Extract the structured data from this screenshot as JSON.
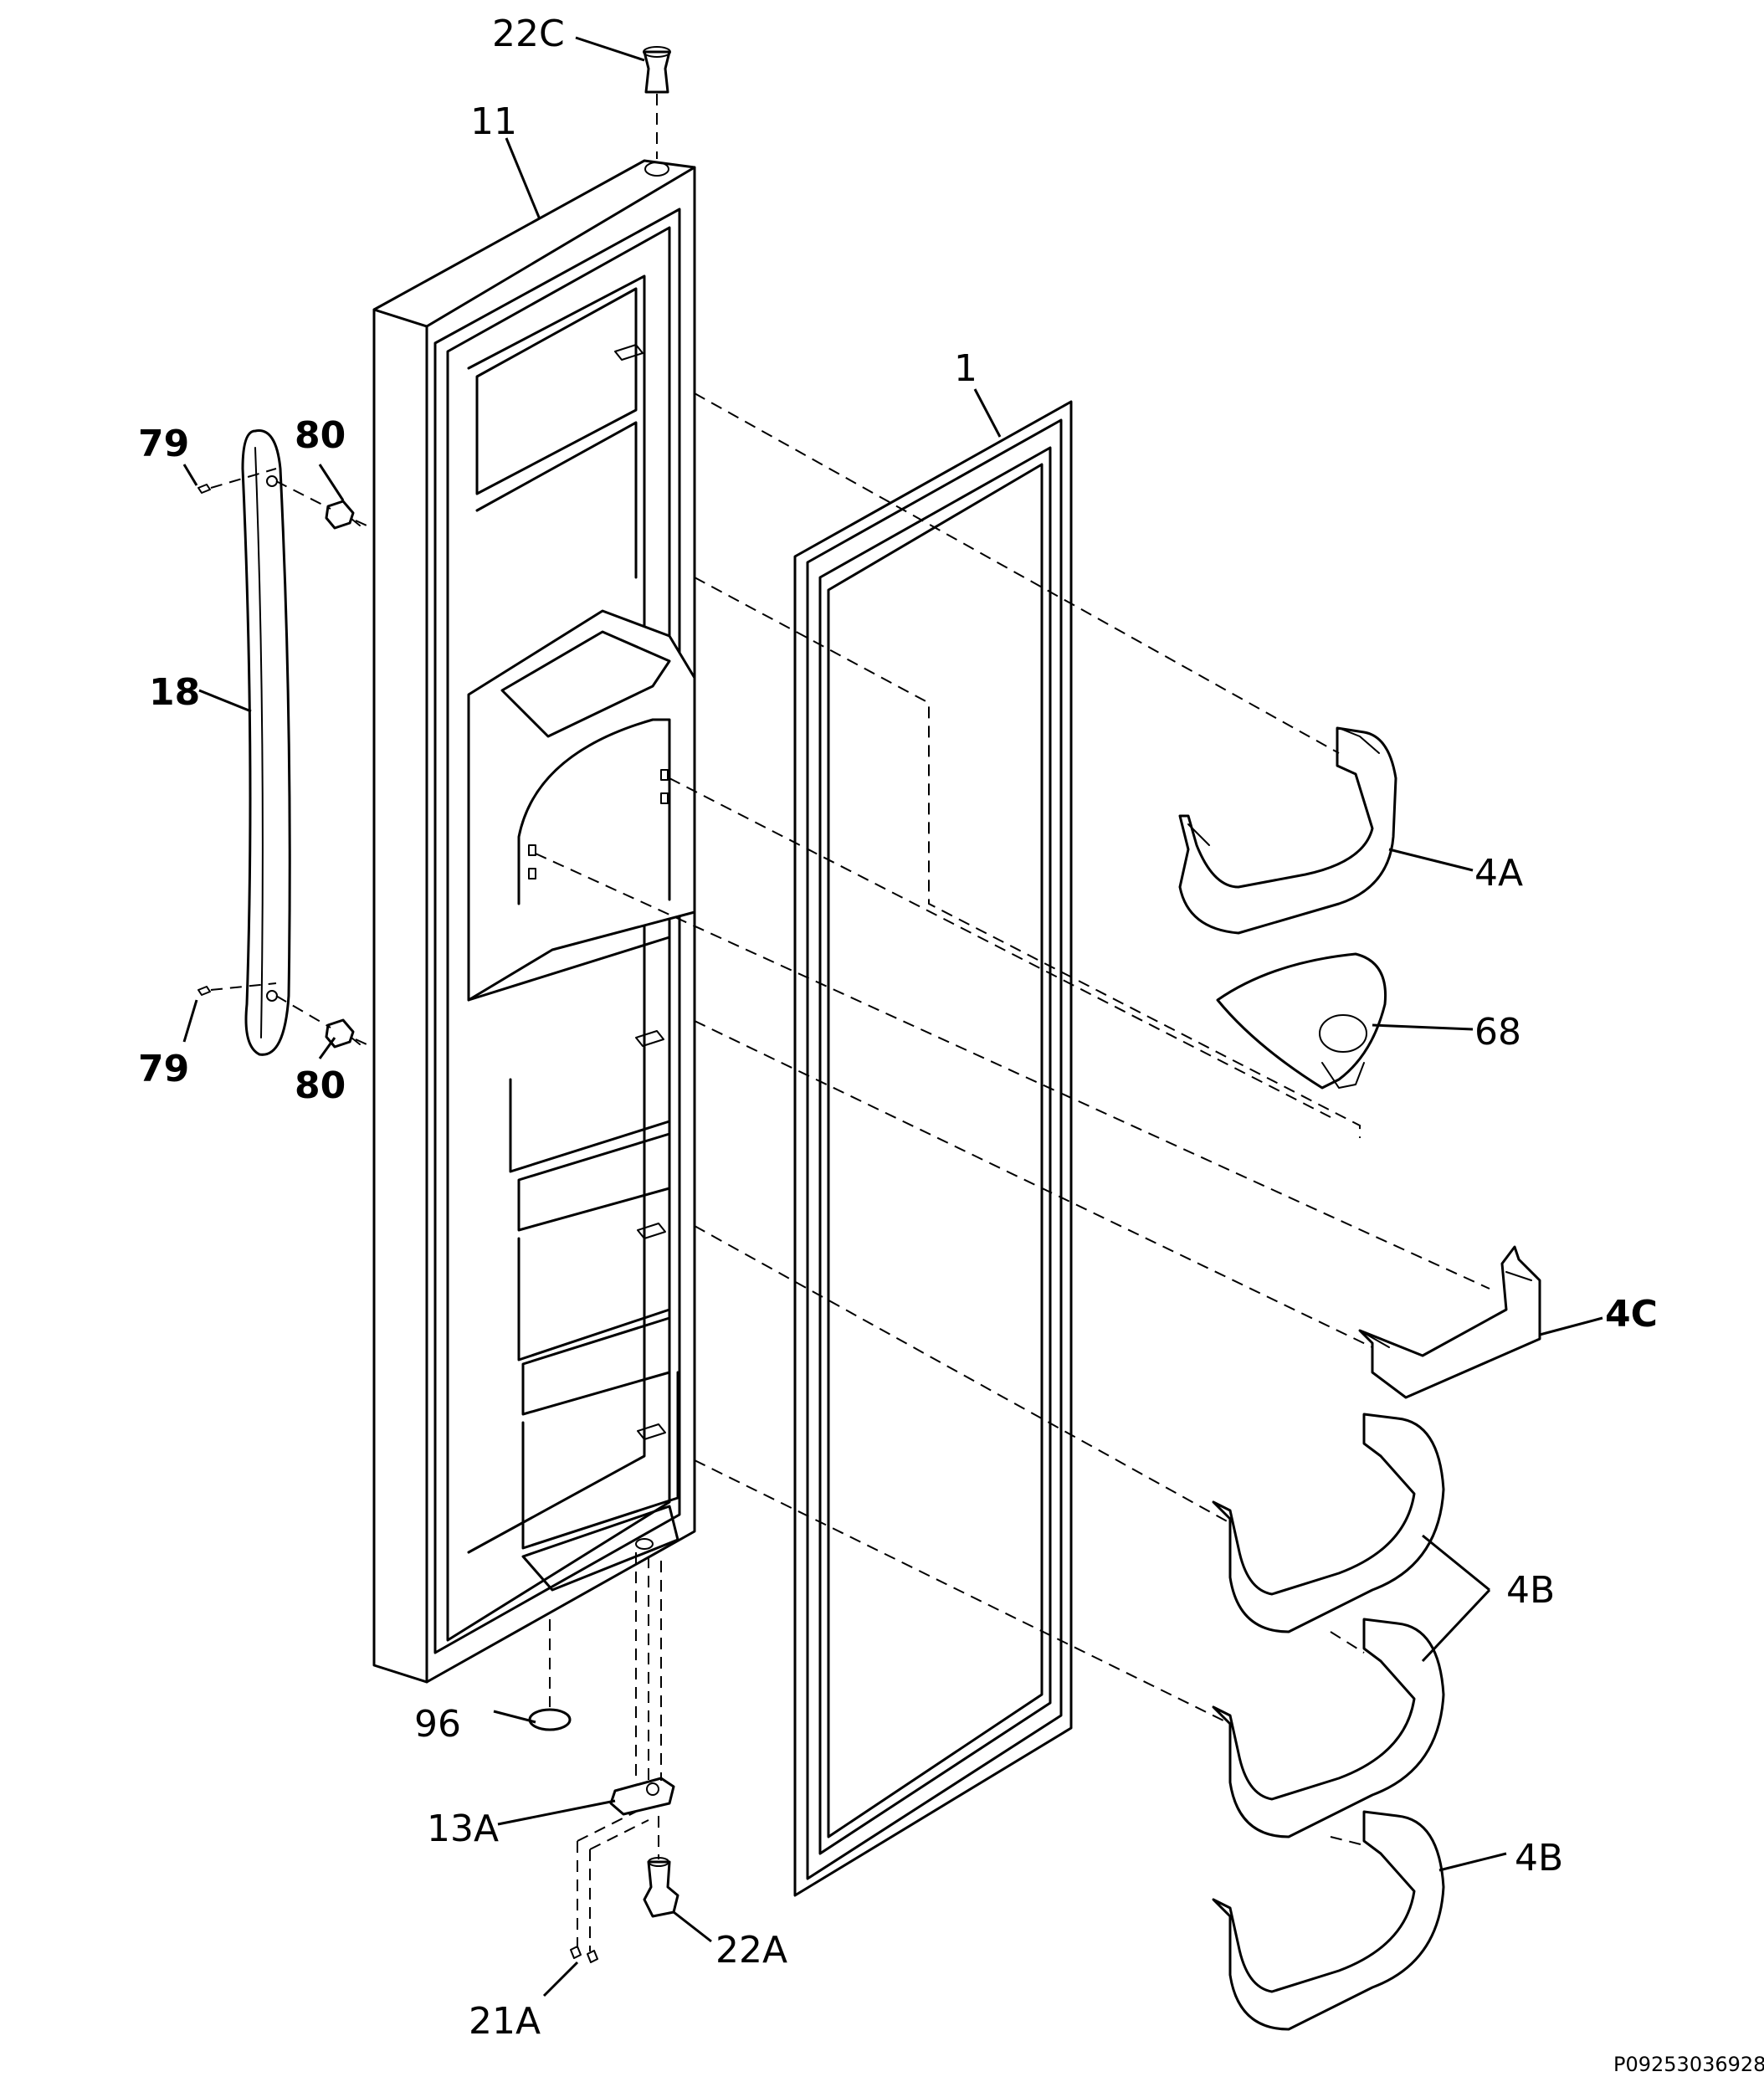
{
  "labels": {
    "l22C": "22C",
    "l11": "11",
    "l1": "1",
    "l79a": "79",
    "l80a": "80",
    "l18": "18",
    "l79b": "79",
    "l80b": "80",
    "l4A": "4A",
    "l68": "68",
    "l4C": "4C",
    "l4B1": "4B",
    "l4B2": "4B",
    "l96": "96",
    "l13A": "13A",
    "l22A": "22A",
    "l21A": "21A"
  },
  "drawing_code": "P09253036928"
}
